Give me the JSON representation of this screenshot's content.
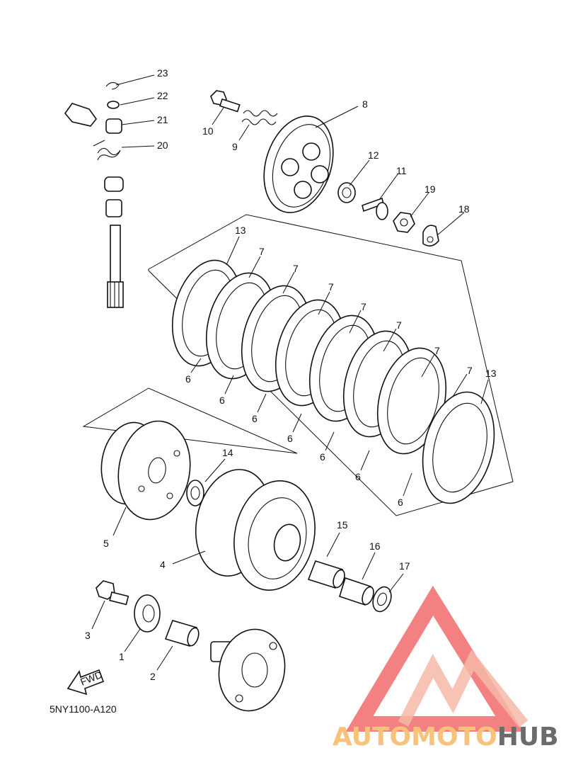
{
  "diagram": {
    "code": "5NY1100-A120",
    "fwd_label": "FWD",
    "callouts": [
      {
        "id": "c23",
        "text": "23"
      },
      {
        "id": "c22",
        "text": "22"
      },
      {
        "id": "c21",
        "text": "21"
      },
      {
        "id": "c20",
        "text": "20"
      },
      {
        "id": "c10",
        "text": "10"
      },
      {
        "id": "c9",
        "text": "9"
      },
      {
        "id": "c8",
        "text": "8"
      },
      {
        "id": "c12",
        "text": "12"
      },
      {
        "id": "c11",
        "text": "11"
      },
      {
        "id": "c19",
        "text": "19"
      },
      {
        "id": "c18",
        "text": "18"
      },
      {
        "id": "c13a",
        "text": "13"
      },
      {
        "id": "c13b",
        "text": "13"
      },
      {
        "id": "c7a",
        "text": "7"
      },
      {
        "id": "c7b",
        "text": "7"
      },
      {
        "id": "c7c",
        "text": "7"
      },
      {
        "id": "c7d",
        "text": "7"
      },
      {
        "id": "c7e",
        "text": "7"
      },
      {
        "id": "c7f",
        "text": "7"
      },
      {
        "id": "c7g",
        "text": "7"
      },
      {
        "id": "c6a",
        "text": "6"
      },
      {
        "id": "c6b",
        "text": "6"
      },
      {
        "id": "c6c",
        "text": "6"
      },
      {
        "id": "c6d",
        "text": "6"
      },
      {
        "id": "c6e",
        "text": "6"
      },
      {
        "id": "c6f",
        "text": "6"
      },
      {
        "id": "c6g",
        "text": "6"
      },
      {
        "id": "c14",
        "text": "14"
      },
      {
        "id": "c5",
        "text": "5"
      },
      {
        "id": "c4",
        "text": "4"
      },
      {
        "id": "c15",
        "text": "15"
      },
      {
        "id": "c16",
        "text": "16"
      },
      {
        "id": "c17",
        "text": "17"
      },
      {
        "id": "c3",
        "text": "3"
      },
      {
        "id": "c1",
        "text": "1"
      },
      {
        "id": "c2",
        "text": "2"
      }
    ]
  },
  "watermark": {
    "part1": "AUTOMOTO",
    "part2": "HUB",
    "color_primary": "#f26b6b",
    "color_light": "#f5b8a8",
    "color_accent": "#f8c27a",
    "color_dark": "#6b6b6b"
  }
}
